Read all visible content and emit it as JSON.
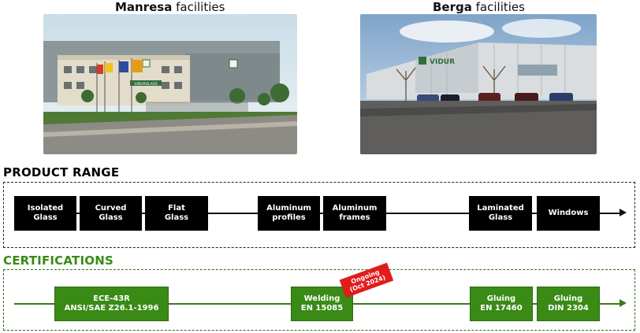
{
  "facilities": [
    {
      "name_bold": "Manresa",
      "name_rest": " facilities"
    },
    {
      "name_bold": "Berga",
      "name_rest": " facilities"
    }
  ],
  "photos": {
    "manresa_sign": "VIDURGLASS",
    "berga_sign": "VIDUR"
  },
  "product_range": {
    "title": "PRODUCT RANGE",
    "items": [
      [
        "Isolated",
        "Glass"
      ],
      [
        "Curved",
        "Glass"
      ],
      [
        "Flat",
        "Glass"
      ],
      [
        "Aluminum",
        "profiles"
      ],
      [
        "Aluminum",
        "frames"
      ],
      [
        "Laminated",
        "Glass"
      ],
      [
        "Windows"
      ]
    ]
  },
  "certifications": {
    "title": "CERTIFICATIONS",
    "items": [
      [
        "ECE-43R",
        "ANSI/SAE Z26.1-1996"
      ],
      [
        "Welding",
        "EN 15085"
      ],
      [
        "Gluing",
        "EN 17460"
      ],
      [
        "Gluing",
        "DIN 2304"
      ]
    ],
    "badge": [
      "Ongoing",
      "(Oct 2024)"
    ]
  },
  "colors": {
    "product_box": "#000000",
    "cert_box": "#3a8a16",
    "cert_title": "#3a8a16",
    "badge": "#e21b1b"
  }
}
